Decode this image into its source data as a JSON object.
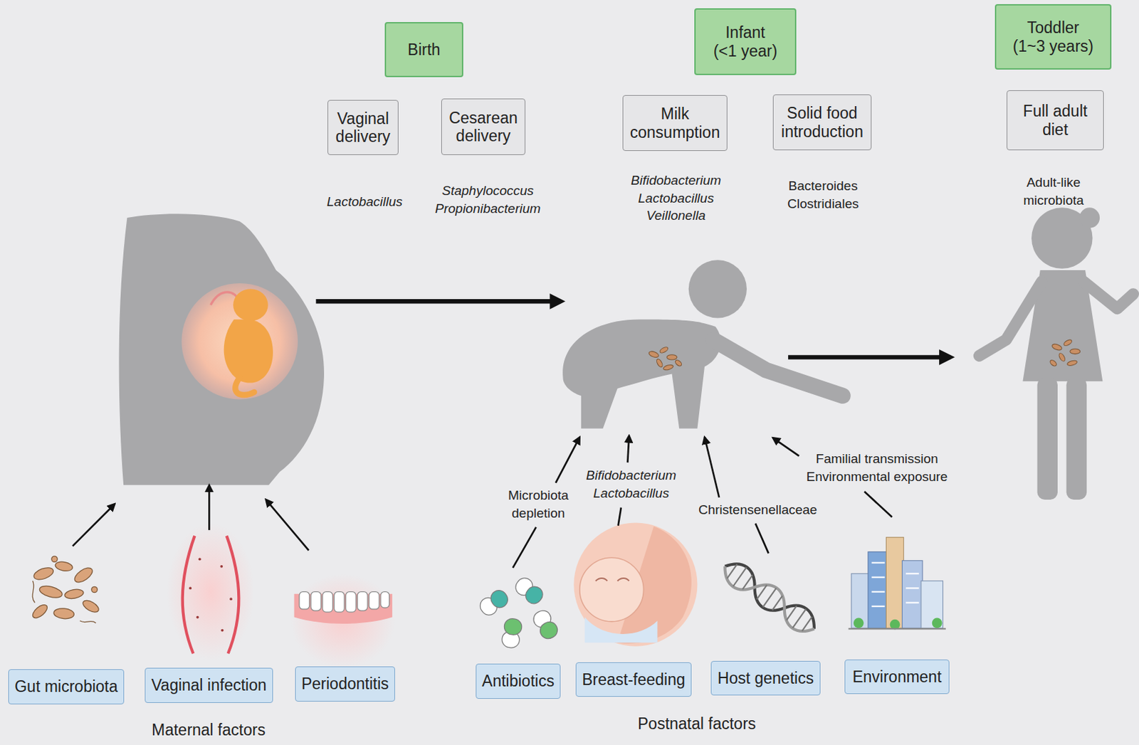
{
  "diagram": {
    "nodes": [
      {
        "text": [
          "Birth"
        ]
      },
      {
        "text": [
          "Infant (<1 year)"
        ]
      },
      {
        "text": [
          "Toddler (1~3 years)"
        ]
      },
      {
        "text": [
          "Vaginal delivery"
        ]
      },
      {
        "text": [
          "Cesarean delivery"
        ]
      },
      {
        "text": [
          "Milk consumption"
        ]
      },
      {
        "text": [
          "Solid food introduction"
        ]
      },
      {
        "text": [
          "Full adult diet"
        ]
      },
      {
        "text": [
          "Gut microbiota"
        ]
      },
      {
        "text": [
          "Vaginal infection"
        ]
      },
      {
        "text": [
          "Periodontitis"
        ]
      },
      {
        "text": [
          "Antibiotics"
        ]
      },
      {
        "text": [
          "Breast-feeding"
        ]
      },
      {
        "text": [
          "Host genetics"
        ]
      },
      {
        "text": [
          "Environment"
        ]
      }
    ],
    "labels": [
      "Lactobacillus",
      "Staphylococcus Propionibacterium",
      "Bifidobacterium Lactobacillus Veillonella",
      "Bacteroides Clostridiales",
      "Adult-like microbiota",
      "Microbiota depletion",
      "Bifidobacterium Lactobacillus",
      "Christensenellaceae",
      "Familial transmission Environmental exposure",
      "Maternal factors",
      "Postnatal factors"
    ]
  }
}
